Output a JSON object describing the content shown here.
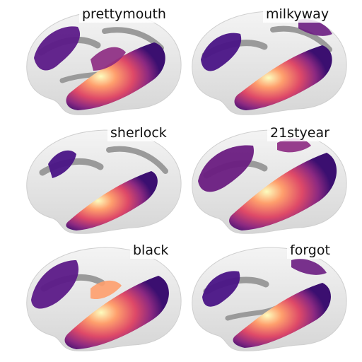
{
  "figure": {
    "panels": [
      {
        "label": "prettymouth"
      },
      {
        "label": "milkyway"
      },
      {
        "label": "sherlock"
      },
      {
        "label": "21styear"
      },
      {
        "label": "black"
      },
      {
        "label": "forgot"
      }
    ],
    "colors": {
      "cortex_light": "#e9e9e9",
      "sulcus": "#9a9a9a",
      "activation_low": "#3b0f70",
      "activation_mid": "#8c2981",
      "activation_high": "#fe9f6d",
      "activation_peak": "#fcfdbf"
    }
  }
}
